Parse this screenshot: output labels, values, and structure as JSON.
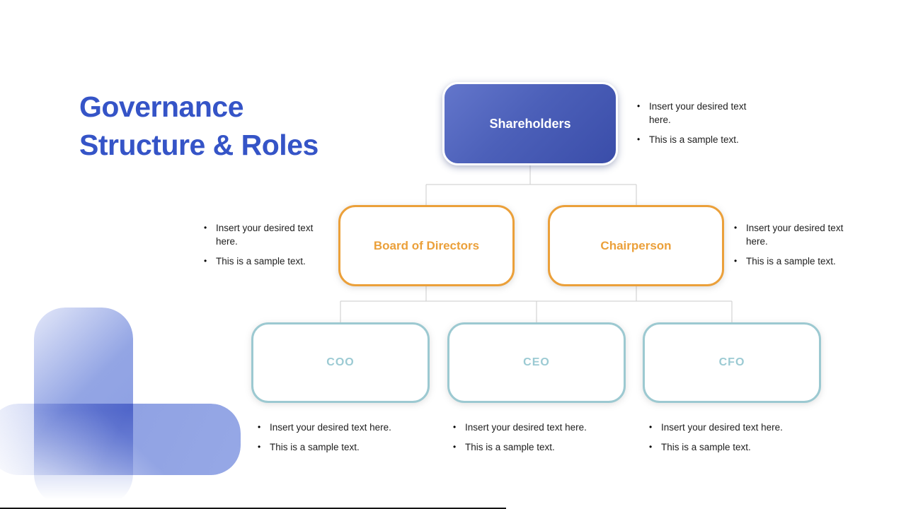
{
  "title": {
    "line1": "Governance",
    "line2": "Structure & Roles"
  },
  "nodes": {
    "shareholders": {
      "label": "Shareholders"
    },
    "board": {
      "label": "Board of Directors"
    },
    "chairperson": {
      "label": "Chairperson"
    },
    "coo": {
      "label": "COO"
    },
    "ceo": {
      "label": "CEO"
    },
    "cfo": {
      "label": "CFO"
    }
  },
  "bullets": {
    "insert": "Insert your desired text here.",
    "sample": "This is a sample text."
  },
  "colors": {
    "title_blue": "#3554C7",
    "primary_gradient_start": "#6376CB",
    "primary_gradient_end": "#3A4DA9",
    "accent_orange": "#EBA03A",
    "accent_teal_border": "#9CC9D1",
    "accent_teal_text": "#9BCAD3",
    "connector_gray": "#CBCBCB",
    "decor_blue": "#8C9FE2",
    "note_text": "#1E1E1E"
  }
}
